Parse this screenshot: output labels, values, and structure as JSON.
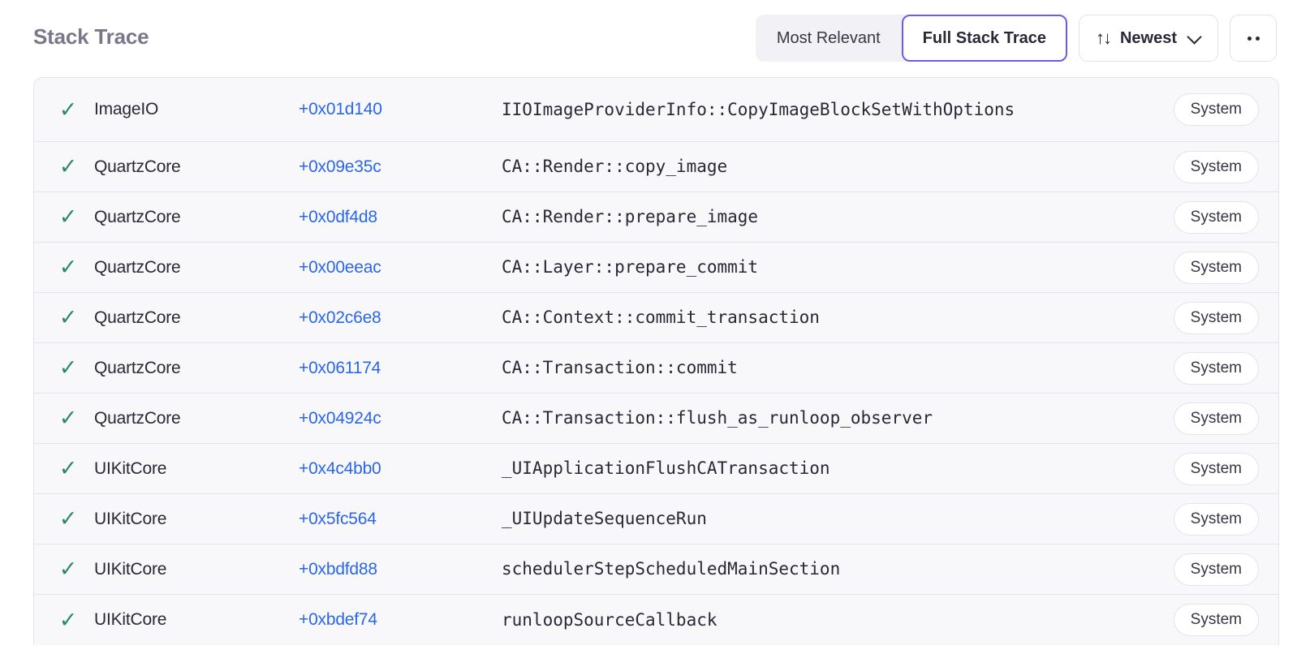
{
  "header": {
    "title": "Stack Trace",
    "segmented": {
      "options": [
        {
          "label": "Most Relevant",
          "active": false
        },
        {
          "label": "Full Stack Trace",
          "active": true
        }
      ]
    },
    "sort": {
      "icon": "sort-arrows-icon",
      "glyph": "↑↓",
      "value": "Newest",
      "chevron": "chevron-down-icon"
    },
    "more": {
      "icon": "ellipsis-icon",
      "label": "•••"
    }
  },
  "colors": {
    "accent": "#6c5ce7",
    "link": "#2a66ea",
    "check": "#2a8a68",
    "title": "#7b7689",
    "row_bg": "#f8f8fb",
    "border": "#e4e2eb"
  },
  "stack_trace": {
    "check_glyph": "✓",
    "frames": [
      {
        "package": "ImageIO",
        "offset": "+0x01d140",
        "function": "IIOImageProviderInfo::CopyImageBlockSetWithOptions",
        "badge": "System",
        "tall": true
      },
      {
        "package": "QuartzCore",
        "offset": "+0x09e35c",
        "function": "CA::Render::copy_image",
        "badge": "System",
        "tall": false
      },
      {
        "package": "QuartzCore",
        "offset": "+0x0df4d8",
        "function": "CA::Render::prepare_image",
        "badge": "System",
        "tall": false
      },
      {
        "package": "QuartzCore",
        "offset": "+0x00eeac",
        "function": "CA::Layer::prepare_commit",
        "badge": "System",
        "tall": false
      },
      {
        "package": "QuartzCore",
        "offset": "+0x02c6e8",
        "function": "CA::Context::commit_transaction",
        "badge": "System",
        "tall": false
      },
      {
        "package": "QuartzCore",
        "offset": "+0x061174",
        "function": "CA::Transaction::commit",
        "badge": "System",
        "tall": false
      },
      {
        "package": "QuartzCore",
        "offset": "+0x04924c",
        "function": "CA::Transaction::flush_as_runloop_observer",
        "badge": "System",
        "tall": false
      },
      {
        "package": "UIKitCore",
        "offset": "+0x4c4bb0",
        "function": "_UIApplicationFlushCATransaction",
        "badge": "System",
        "tall": false
      },
      {
        "package": "UIKitCore",
        "offset": "+0x5fc564",
        "function": "_UIUpdateSequenceRun",
        "badge": "System",
        "tall": false
      },
      {
        "package": "UIKitCore",
        "offset": "+0xbdfd88",
        "function": "schedulerStepScheduledMainSection",
        "badge": "System",
        "tall": false
      },
      {
        "package": "UIKitCore",
        "offset": "+0xbdef74",
        "function": "runloopSourceCallback",
        "badge": "System",
        "tall": false
      }
    ]
  }
}
